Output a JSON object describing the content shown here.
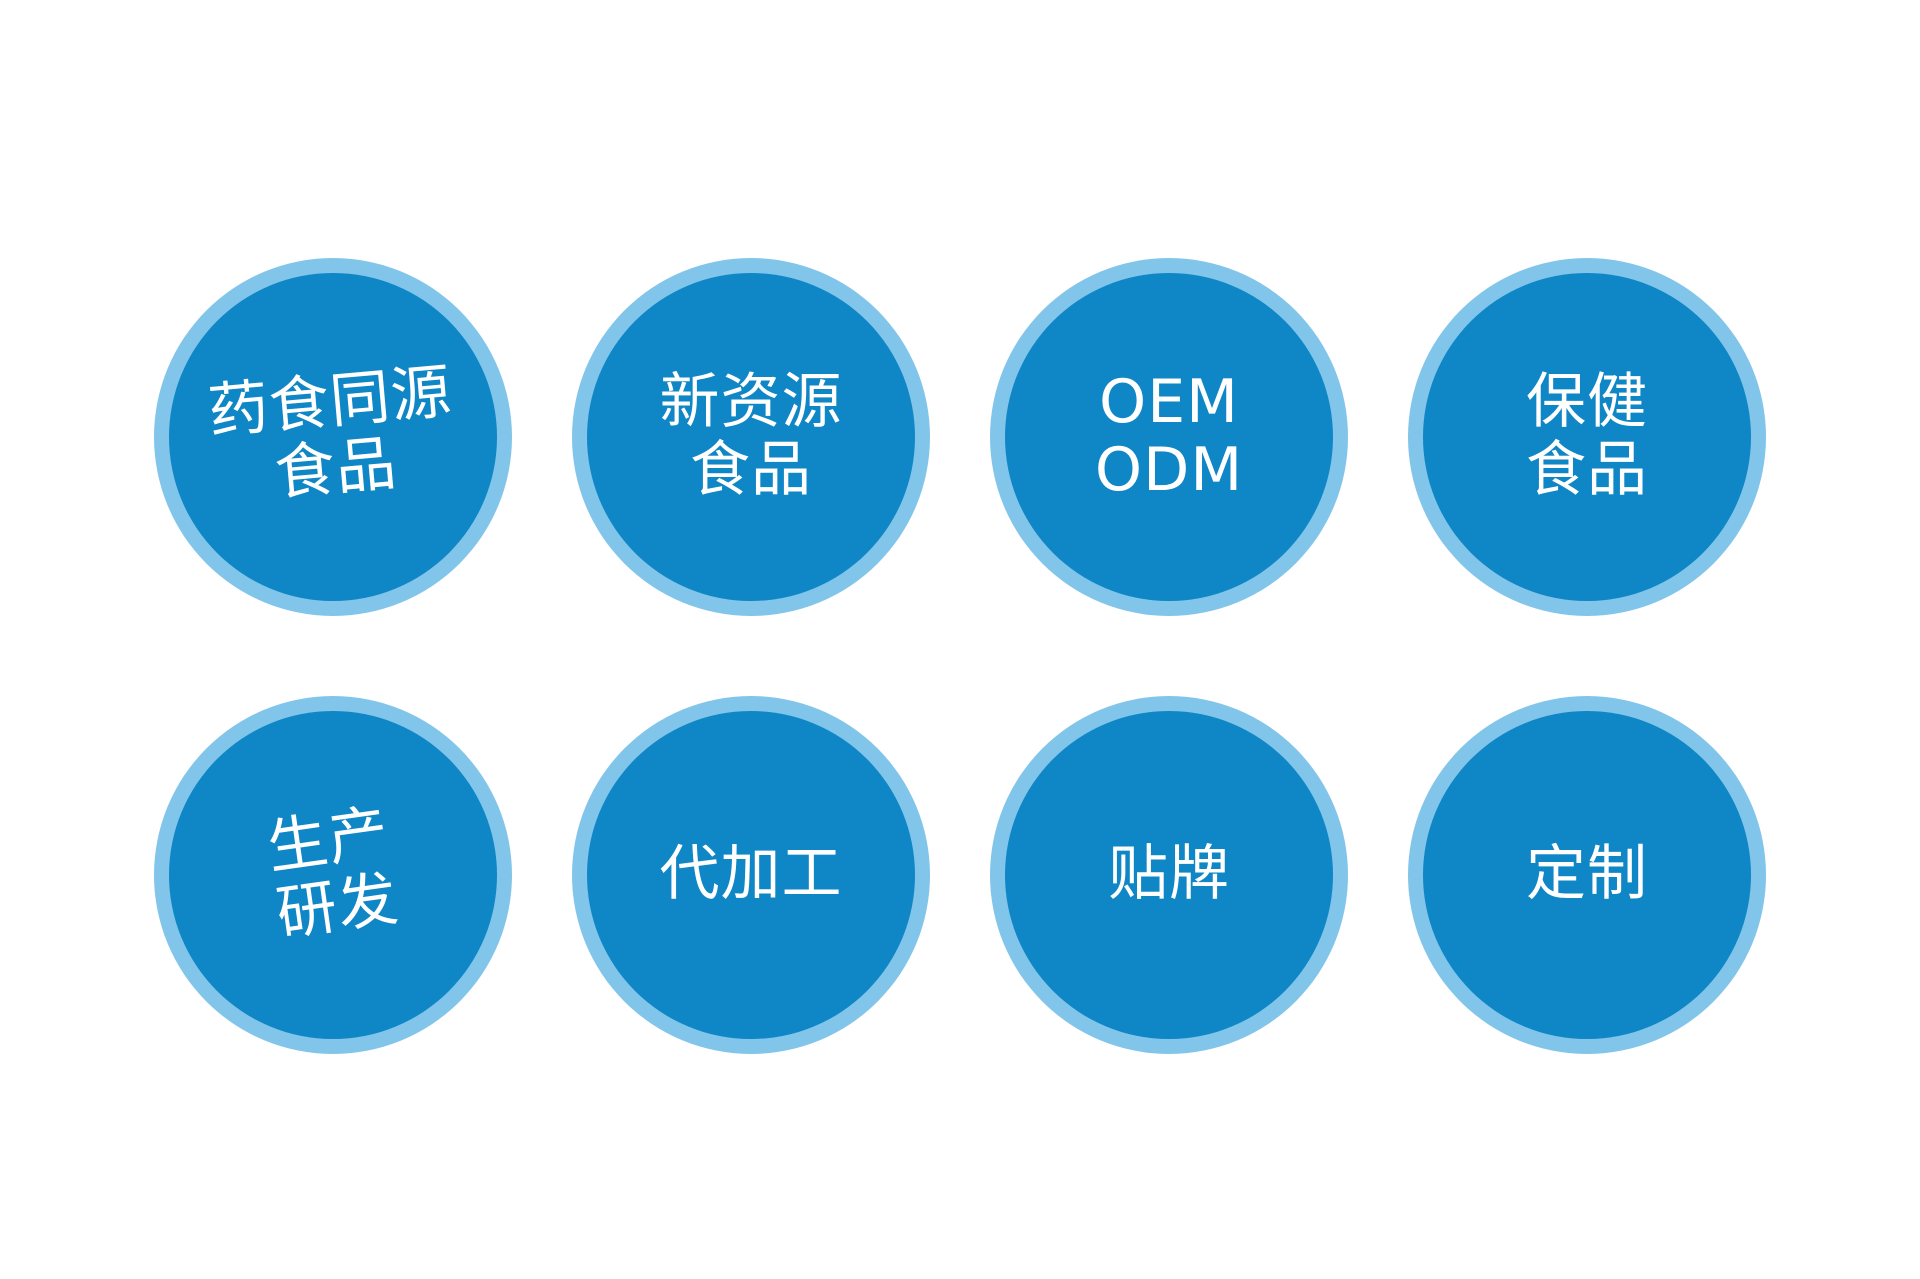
{
  "colors": {
    "background": "#ffffff",
    "circle_fill": "#0f86c5",
    "circle_ring": "#82c5ea",
    "text": "#ffffff"
  },
  "diagram": {
    "rows": 2,
    "columns": 4,
    "circles": [
      {
        "lines": [
          "药食同源",
          "食品"
        ]
      },
      {
        "lines": [
          "新资源",
          "食品"
        ]
      },
      {
        "lines": [
          "OEM",
          "ODM"
        ]
      },
      {
        "lines": [
          "保健",
          "食品"
        ]
      },
      {
        "lines": [
          "生产",
          "研发"
        ]
      },
      {
        "lines": [
          "代加工"
        ]
      },
      {
        "lines": [
          "贴牌"
        ]
      },
      {
        "lines": [
          "定制"
        ]
      }
    ]
  }
}
